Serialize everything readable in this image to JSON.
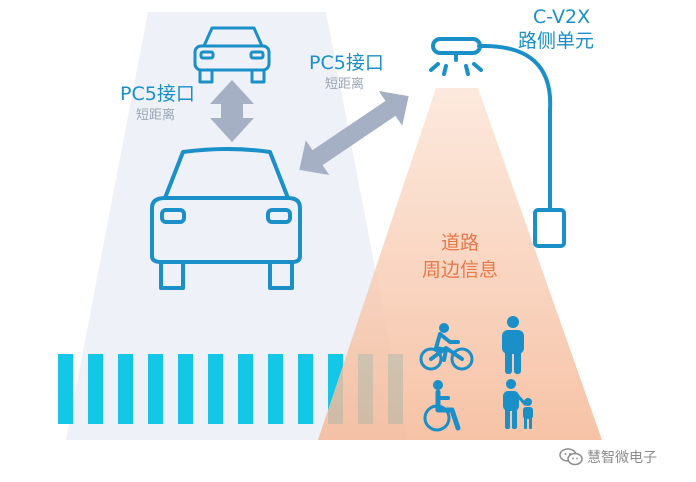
{
  "labels": {
    "pc5_vertical_title": "PC5接口",
    "pc5_vertical_sub": "短距离",
    "pc5_diagonal_title": "PC5接口",
    "pc5_diagonal_sub": "短距离",
    "rsu_line1": "C-V2X",
    "rsu_line2": "路侧单元",
    "road_info_line1": "道路",
    "road_info_line2": "周边信息"
  },
  "watermark": {
    "text": "慧智微电子"
  },
  "colors": {
    "outline_blue": "#1a8fc8",
    "crosswalk_cyan": "#14c7e6",
    "light_beam_orange": "#f5b795",
    "road_zone_gray": "#eef1f7",
    "arrow_gray": "#a6b0c4",
    "pedestrian_icon_blue": "#1a8fc8"
  },
  "icons": [
    "car-icon",
    "arrow-icon",
    "streetlight-icon",
    "cyclist-icon",
    "pedestrian-icon",
    "wheelchair-icon",
    "parent-child-icon",
    "wechat-icon"
  ]
}
